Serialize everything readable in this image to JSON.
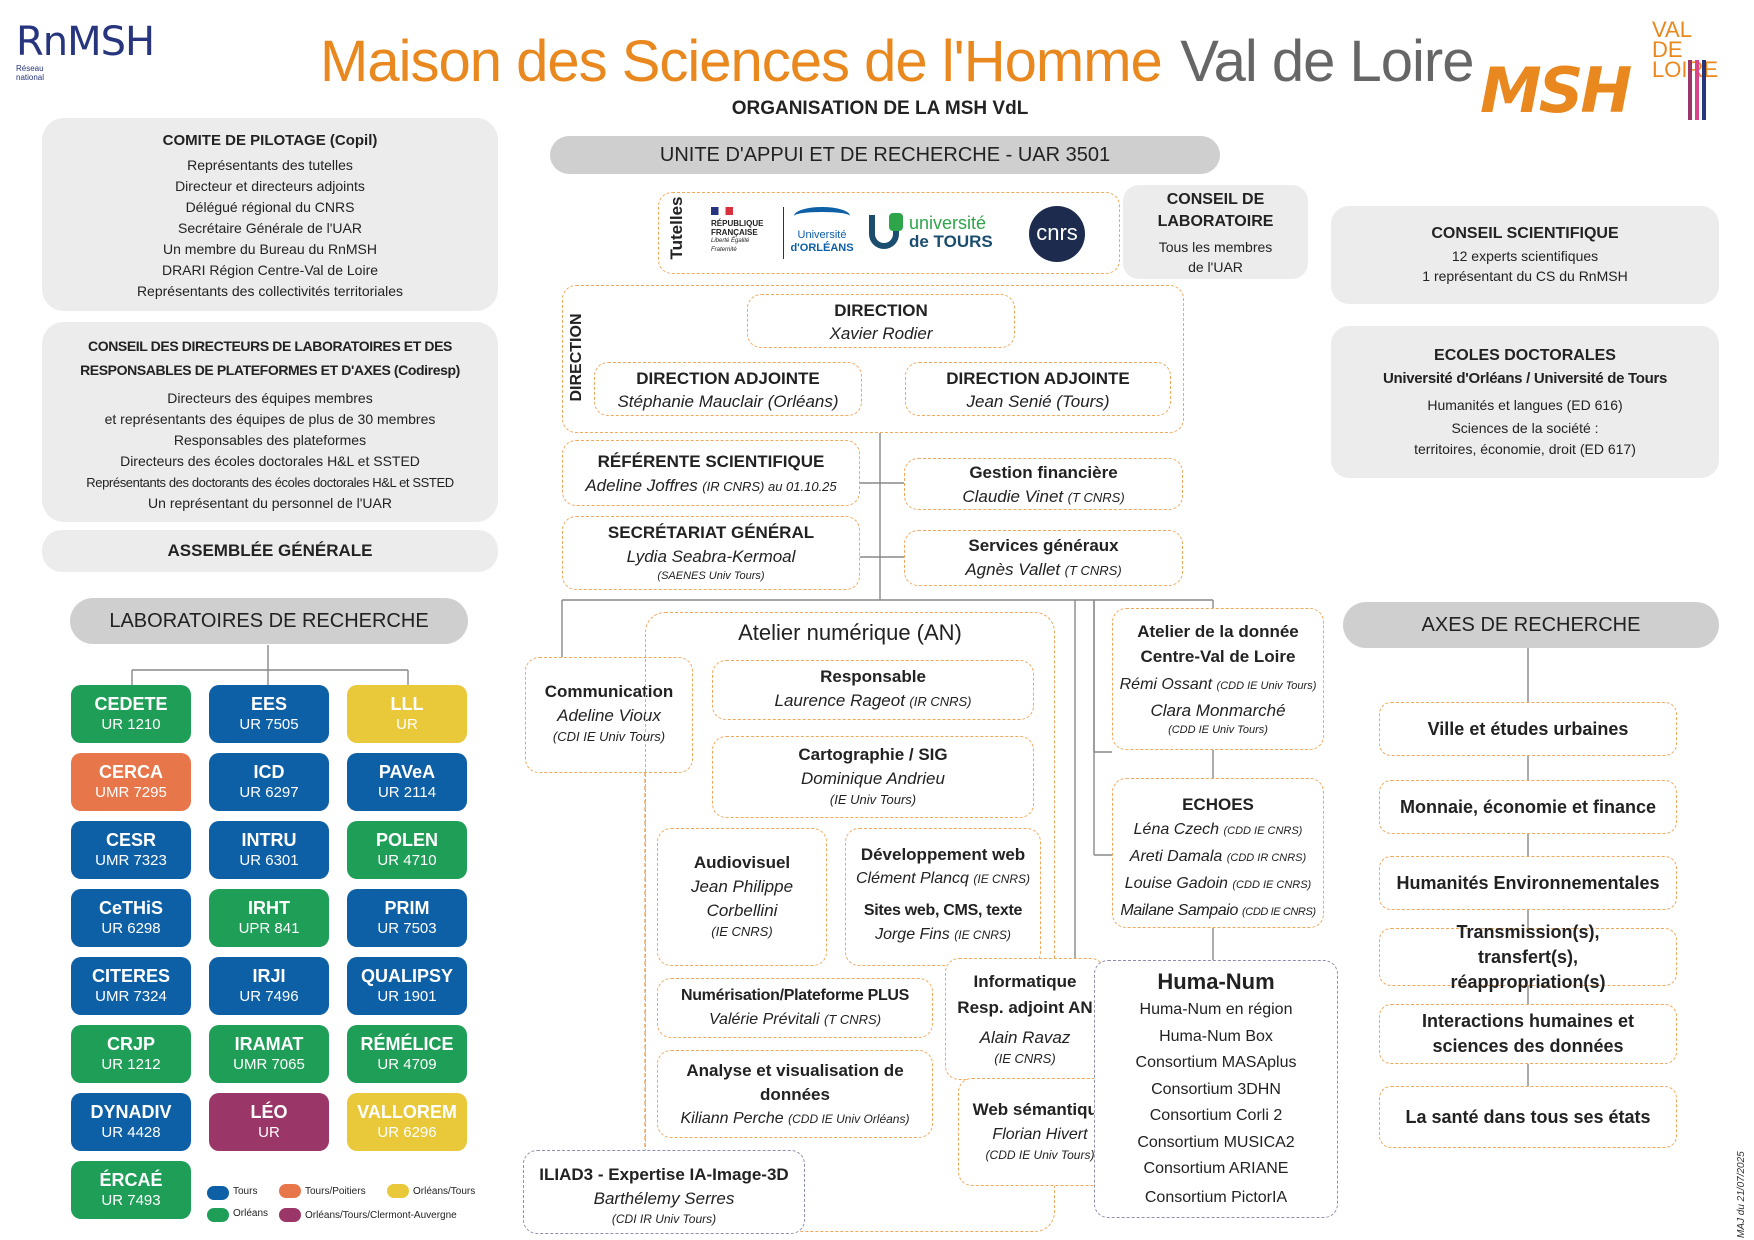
{
  "header": {
    "title_main": "Maison des Sciences de l'Homme",
    "title_region": "Val de Loire",
    "subtitle": "ORGANISATION DE LA MSH VdL",
    "rnmsh_logo": "RnMSH",
    "rnmsh_small": "Réseau national",
    "msh_logo": "MSH",
    "msh_logo_vdl_1": "VAL DE",
    "msh_logo_vdl_2": "LOIRE"
  },
  "colors": {
    "orange": "#e8881e",
    "tours": "#0d5fa6",
    "orleans": "#1f9e57",
    "tours_poitiers": "#e8764b",
    "orleans_tours": "#e9c83a",
    "orleans_tours_clermont": "#9b3668",
    "dashed_orange": "#f0a95c",
    "dashed_blue": "#8c8fb0"
  },
  "left": {
    "copil": {
      "title": "COMITE DE PILOTAGE (Copil)",
      "lines": [
        "Représentants des tutelles",
        "Directeur et directeurs adjoints",
        "Délégué régional du CNRS",
        "Secrétaire Générale de l'UAR",
        "Un membre du Bureau du RnMSH",
        "DRARI Région Centre-Val de Loire",
        "Représentants des collectivités territoriales"
      ]
    },
    "codiresp": {
      "title_1": "CONSEIL DES DIRECTEURS DE LABORATOIRES ET DES",
      "title_2": "RESPONSABLES DE PLATEFORMES ET D'AXES (Codiresp)",
      "lines": [
        "Directeurs des équipes membres",
        "et représentants des équipes de plus de 30 membres",
        "Responsables des plateformes",
        "Directeurs des écoles doctorales H&L et SSTED",
        "Représentants des doctorants des écoles doctorales H&L et SSTED",
        "Un représentant du personnel de l'UAR"
      ]
    },
    "ag": "ASSEMBLÉE GÉNÉRALE",
    "labs_title": "LABORATOIRES DE RECHERCHE",
    "labs_col1": [
      {
        "name": "CEDETE",
        "code": "UR 1210",
        "color": "#1f9e57"
      },
      {
        "name": "CERCA",
        "code": "UMR 7295",
        "color": "#e8764b"
      },
      {
        "name": "CESR",
        "code": "UMR 7323",
        "color": "#0d5fa6"
      },
      {
        "name": "CeTHiS",
        "code": "UR 6298",
        "color": "#0d5fa6"
      },
      {
        "name": "CITERES",
        "code": "UMR 7324",
        "color": "#0d5fa6"
      },
      {
        "name": "CRJP",
        "code": "UR 1212",
        "color": "#1f9e57"
      },
      {
        "name": "DYNADIV",
        "code": "UR 4428",
        "color": "#0d5fa6"
      },
      {
        "name": "ÉRCAÉ",
        "code": "UR 7493",
        "color": "#1f9e57"
      }
    ],
    "labs_col2": [
      {
        "name": "EES",
        "code": "UR 7505",
        "color": "#0d5fa6"
      },
      {
        "name": "ICD",
        "code": "UR 6297",
        "color": "#0d5fa6"
      },
      {
        "name": "INTRU",
        "code": "UR 6301",
        "color": "#0d5fa6"
      },
      {
        "name": "IRHT",
        "code": "UPR 841",
        "color": "#1f9e57"
      },
      {
        "name": "IRJI",
        "code": "UR 7496",
        "color": "#0d5fa6"
      },
      {
        "name": "IRAMAT",
        "code": "UMR 7065",
        "color": "#1f9e57"
      },
      {
        "name": "LÉO",
        "code": "UR",
        "color": "#9b3668"
      }
    ],
    "labs_col3": [
      {
        "name": "LLL",
        "code": "UR",
        "color": "#e9c83a"
      },
      {
        "name": "PAVeA",
        "code": "UR 2114",
        "color": "#0d5fa6"
      },
      {
        "name": "POLEN",
        "code": "UR 4710",
        "color": "#1f9e57"
      },
      {
        "name": "PRIM",
        "code": "UR 7503",
        "color": "#0d5fa6"
      },
      {
        "name": "QUALIPSY",
        "code": "UR 1901",
        "color": "#0d5fa6"
      },
      {
        "name": "RÉMÉLICE",
        "code": "UR 4709",
        "color": "#1f9e57"
      },
      {
        "name": "VALLOREM",
        "code": "UR 6296",
        "color": "#e9c83a"
      }
    ],
    "legend": [
      "Tours",
      "Orléans",
      "Tours/Poitiers",
      "Orléans/Tours/Clermont-Auvergne",
      "Orléans/Tours"
    ]
  },
  "center": {
    "uar": "UNITE D'APPUI ET DE RECHERCHE - UAR 3501",
    "tutelles": "Tutelles",
    "tutelle_rf_1": "RÉPUBLIQUE",
    "tutelle_rf_2": "FRANÇAISE",
    "tutelle_rf_3": "Liberté Égalité Fraternité",
    "tutelle_uo_1": "Université",
    "tutelle_uo_2": "d'ORLÉANS",
    "tutelle_ut_1": "université",
    "tutelle_ut_2": "de TOURS",
    "tutelle_cnrs": "cnrs",
    "conseil_labo": {
      "title_1": "CONSEIL DE",
      "title_2": "LABORATOIRE",
      "line_1": "Tous les membres",
      "line_2": "de l'UAR"
    },
    "direction_label": "DIRECTION",
    "direction": {
      "title": "DIRECTION",
      "name": "Xavier Rodier"
    },
    "adj1": {
      "title": "DIRECTION ADJOINTE",
      "name": "Stéphanie Mauclair (Orléans)"
    },
    "adj2": {
      "title": "DIRECTION ADJOINTE",
      "name": "Jean Senié (Tours)"
    },
    "ref": {
      "title": "RÉFÉRENTE SCIENTIFIQUE",
      "name": "Adeline Joffres",
      "detail": "(IR CNRS) au 01.10.25"
    },
    "gestion": {
      "title": "Gestion financière",
      "name": "Claudie Vinet",
      "detail": "(T CNRS)"
    },
    "sg": {
      "title": "SECRÉTARIAT GÉNÉRAL",
      "name": "Lydia Seabra-Kermoal",
      "detail": "(SAENES Univ Tours)"
    },
    "services": {
      "title": "Services généraux",
      "name": "Agnès Vallet",
      "detail": "(T CNRS)"
    },
    "comm": {
      "title": "Communication",
      "name": "Adeline Vioux",
      "detail": "(CDI IE Univ Tours)"
    },
    "an_title": "Atelier numérique (AN)",
    "resp": {
      "title": "Responsable",
      "name": "Laurence Rageot",
      "detail": "(IR CNRS)"
    },
    "carto": {
      "title": "Cartographie / SIG",
      "name": "Dominique Andrieu",
      "detail": "(IE Univ Tours)"
    },
    "audio": {
      "title": "Audiovisuel",
      "name_1": "Jean Philippe",
      "name_2": "Corbellini",
      "detail": "(IE CNRS)"
    },
    "devweb": {
      "title": "Développement web",
      "name": "Clément Plancq",
      "detail": "(IE CNRS)",
      "title2": "Sites web, CMS, texte",
      "name2": "Jorge Fins",
      "detail2": "(IE CNRS)"
    },
    "numer": {
      "title": "Numérisation/Plateforme PLUS",
      "name": "Valérie Prévitali",
      "detail": "(T CNRS)"
    },
    "analyse": {
      "title_1": "Analyse et visualisation de",
      "title_2": "données",
      "name": "Kiliann Perche",
      "detail": "(CDD IE Univ Orléans)"
    },
    "info": {
      "title_1": "Informatique",
      "title_2": "Resp. adjoint AN",
      "name": "Alain Ravaz",
      "detail": "(IE CNRS)"
    },
    "websem": {
      "title": "Web sémantique",
      "name": "Florian Hivert",
      "detail": "(CDD IE Univ Tours)"
    },
    "iliad": {
      "title": "ILIAD3 - Expertise IA-Image-3D",
      "name": "Barthélemy Serres",
      "detail": "(CDI IR Univ Tours)"
    },
    "atelier_donnee": {
      "title_1": "Atelier de la donnée",
      "title_2": "Centre-Val de Loire",
      "name_1": "Rémi Ossant",
      "detail_1": "(CDD IE Univ Tours)",
      "name_2": "Clara Monmarché",
      "detail_2": "(CDD IE Univ Tours)"
    },
    "echoes": {
      "title": "ECHOES",
      "people": [
        {
          "name": "Léna Czech",
          "detail": "(CDD IE CNRS)"
        },
        {
          "name": "Areti Damala",
          "detail": "(CDD IR CNRS)"
        },
        {
          "name": "Louise Gadoin",
          "detail": "(CDD IE CNRS)"
        },
        {
          "name": "Mailane Sampaio",
          "detail": "(CDD IE CNRS)"
        }
      ]
    },
    "humanum": {
      "title": "Huma-Num",
      "items": [
        "Huma-Num en région",
        "Huma-Num Box",
        "Consortium MASAplus",
        "Consortium 3DHN",
        "Consortium Corli 2",
        "Consortium MUSICA2",
        "Consortium ARIANE",
        "Consortium PictorIA"
      ]
    }
  },
  "right": {
    "cs": {
      "title": "CONSEIL SCIENTIFIQUE",
      "line_1": "12 experts scientifiques",
      "line_2": "1 représentant du CS du RnMSH"
    },
    "ed": {
      "title_1": "ECOLES DOCTORALES",
      "title_2": "Université d'Orléans / Université de Tours",
      "line_1": "Humanités et langues (ED 616)",
      "line_2": "Sciences de la société :",
      "line_3": "territoires, économie, droit (ED 617)"
    },
    "axes_title": "AXES DE RECHERCHE",
    "axes": [
      "Ville et études urbaines",
      "Monnaie, économie et finance",
      "Humanités Environnementales",
      "Transmission(s), transfert(s), réappropriation(s)",
      "Interactions humaines et sciences des données",
      "La santé dans tous ses états"
    ]
  },
  "footer": {
    "maj": "MAJ du 21/07/2025"
  }
}
